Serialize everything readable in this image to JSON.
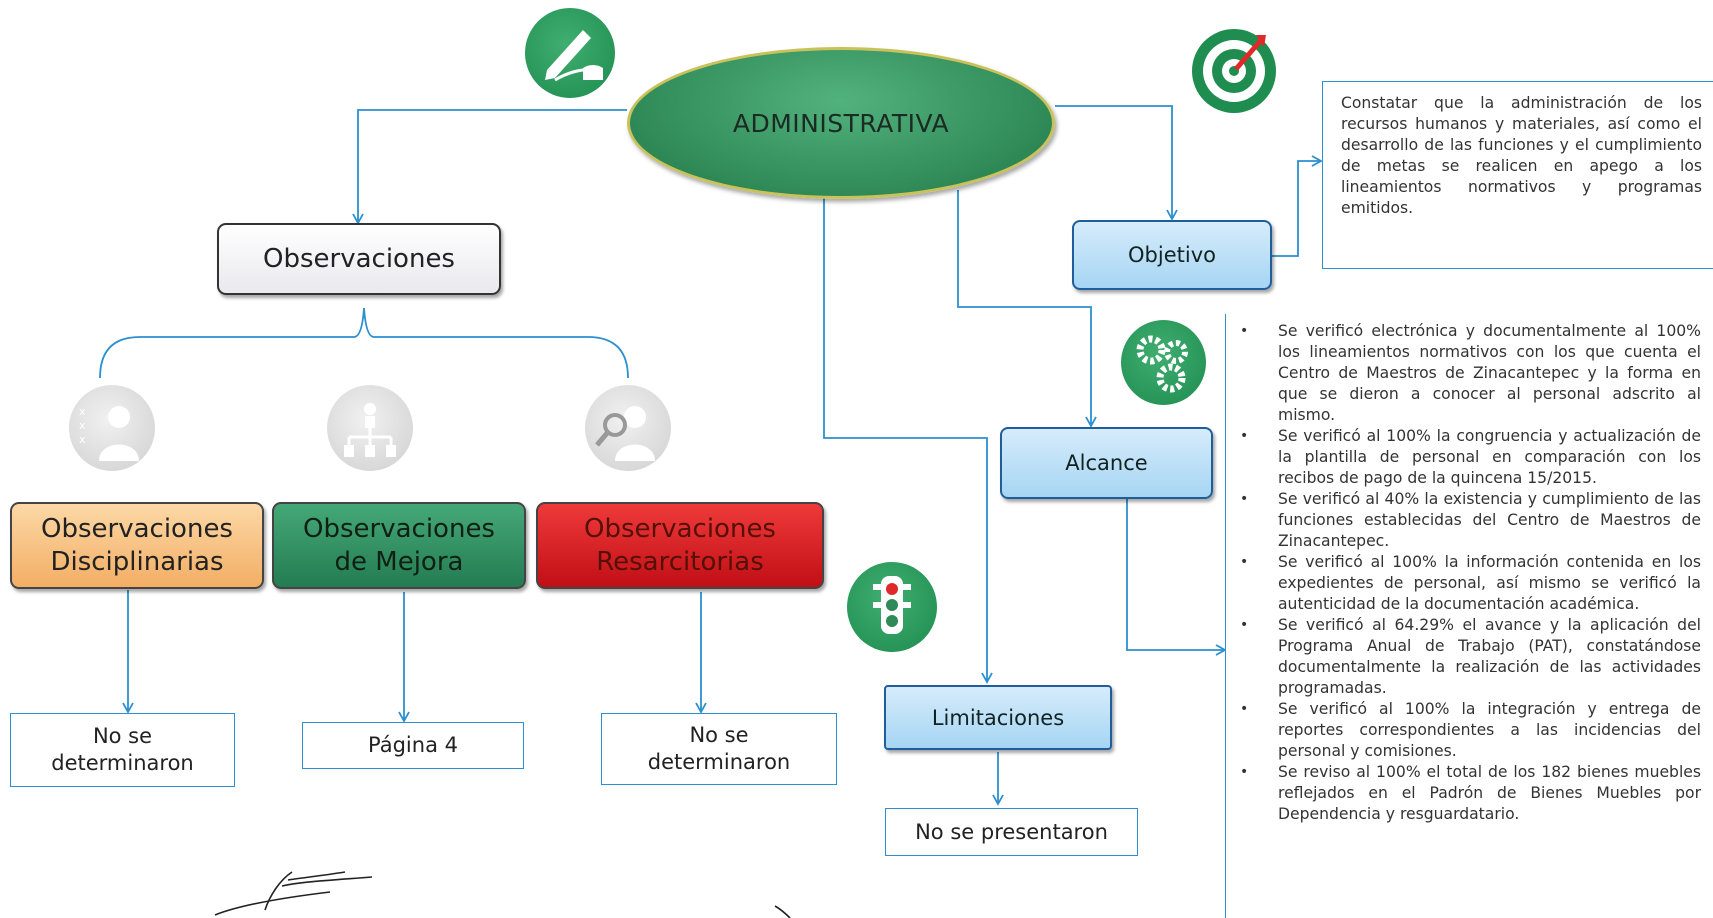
{
  "diagram": {
    "root": "ADMINISTRATIVA",
    "observaciones": "Observaciones",
    "objetivo": {
      "label": "Objetivo",
      "text": "Constatar que la administración de los recursos humanos y materiales, así como el desarrollo de las funciones y el cumplimiento de metas se realicen en apego a los lineamientos normativos y programas emitidos."
    },
    "alcance": {
      "label": "Alcance",
      "items": [
        "Se verificó electrónica y documentalmente al 100% los lineamientos normativos con los que cuenta el Centro de Maestros de Zinacantepec y la forma en que se dieron a conocer al personal adscrito al mismo.",
        "Se verificó al 100% la congruencia y actualización de la plantilla de personal en comparación con los recibos de pago de la quincena 15/2015.",
        "Se verificó al 40% la existencia y cumplimiento de las funciones establecidas del Centro de Maestros de Zinacantepec.",
        "Se verificó al 100% la información contenida en los expedientes de personal, así mismo se verificó la autenticidad de la documentación académica.",
        "Se verificó al 64.29% el avance y la aplicación del Programa Anual de Trabajo (PAT), constatándose documentalmente la realización de las actividades programadas.",
        "Se verificó al 100% la integración y entrega de reportes correspondientes a las incidencias del personal y comisiones.",
        "Se reviso al 100% el total de los 182 bienes muebles reflejados en el Padrón de Bienes Muebles por Dependencia y resguardatario."
      ]
    },
    "limitaciones": {
      "label": "Limitaciones",
      "result": "No se presentaron"
    },
    "categories": [
      {
        "line1": "Observaciones",
        "line2": "Disciplinarias",
        "result": [
          "No se",
          "determinaron"
        ]
      },
      {
        "line1": "Observaciones",
        "line2": "de Mejora",
        "result": [
          "Página 4"
        ]
      },
      {
        "line1": "Observaciones",
        "line2": "Resarcitorias",
        "result": [
          "No se",
          "determinaron"
        ]
      }
    ]
  },
  "icons": {
    "writing": "hand-writing-pen-icon",
    "target": "target-arrow-icon",
    "gears": "gears-icon",
    "traffic": "traffic-light-icon",
    "disciplinary": "person-with-x-marks-icon",
    "improvement": "org-hierarchy-icon",
    "resarcitory": "person-magnifier-icon"
  },
  "colors": {
    "root_green": "#2f8a57",
    "connector_blue": "#2b8fd0",
    "box_blue": "#a6d5f3",
    "orange": "#f3ae65",
    "green": "#247c52",
    "red": "#c10f16"
  }
}
